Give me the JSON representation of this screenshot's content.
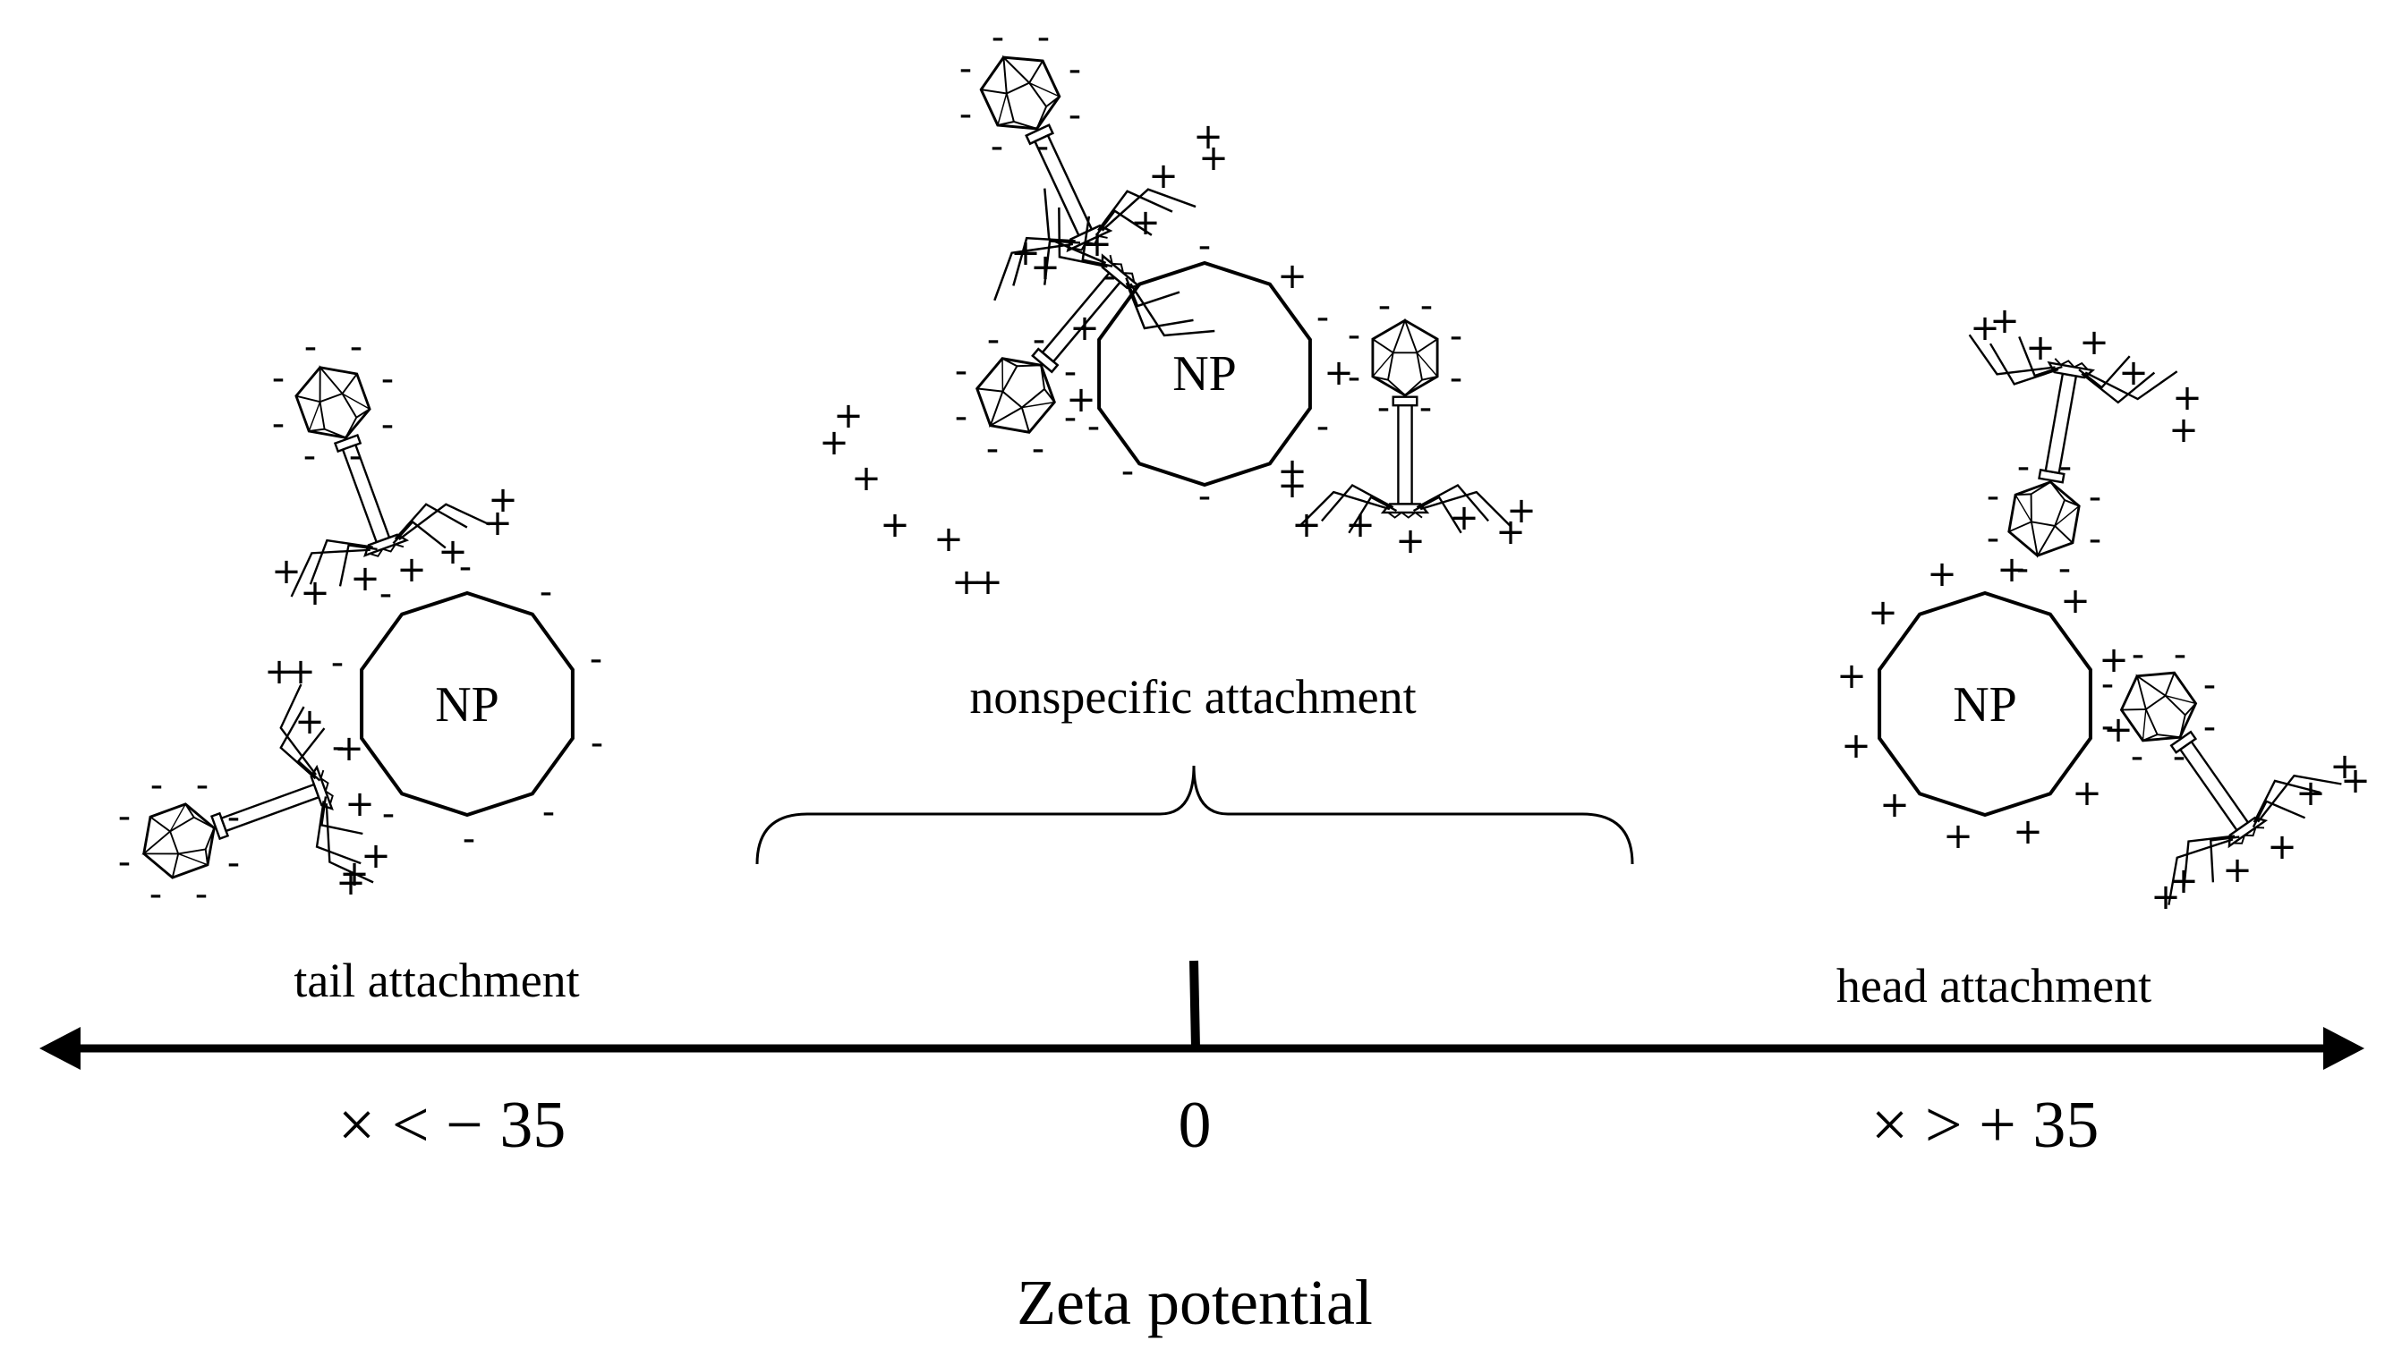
{
  "diagram": {
    "axis": {
      "title": "Zeta potential",
      "ticks": {
        "left": "× < − 35",
        "center": "0",
        "right": "× > + 35"
      }
    },
    "labels": {
      "tail": "tail attachment",
      "nonspecific": "nonspecific attachment",
      "head": "head attachment"
    },
    "nanoparticle_label": "NP",
    "charge_symbols": {
      "positive": "+",
      "negative": "-"
    },
    "line_color": "#000000",
    "background": "#ffffff"
  }
}
